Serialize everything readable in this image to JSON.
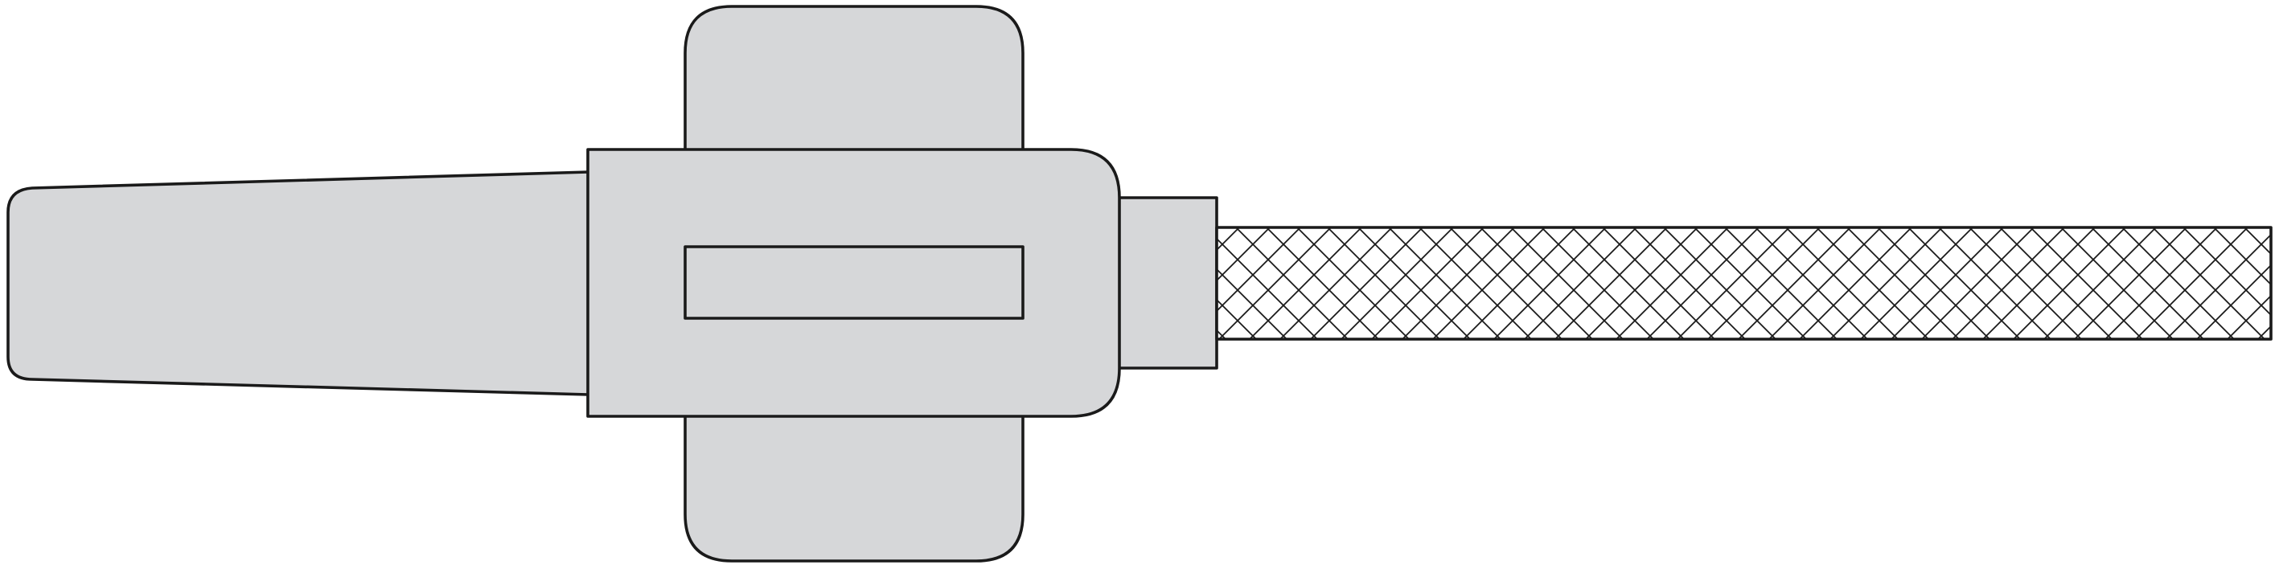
{
  "colors": {
    "body_fill": "#d6d7d9",
    "outline": "#1a1a1a",
    "cable_hatch": "#1a1a1a",
    "background": "#ffffff"
  },
  "parts": [
    "tapered-strain-relief",
    "top-latch-tab",
    "bottom-latch-tab",
    "connector-housing",
    "housing-window",
    "cable-collar",
    "braided-cable"
  ]
}
